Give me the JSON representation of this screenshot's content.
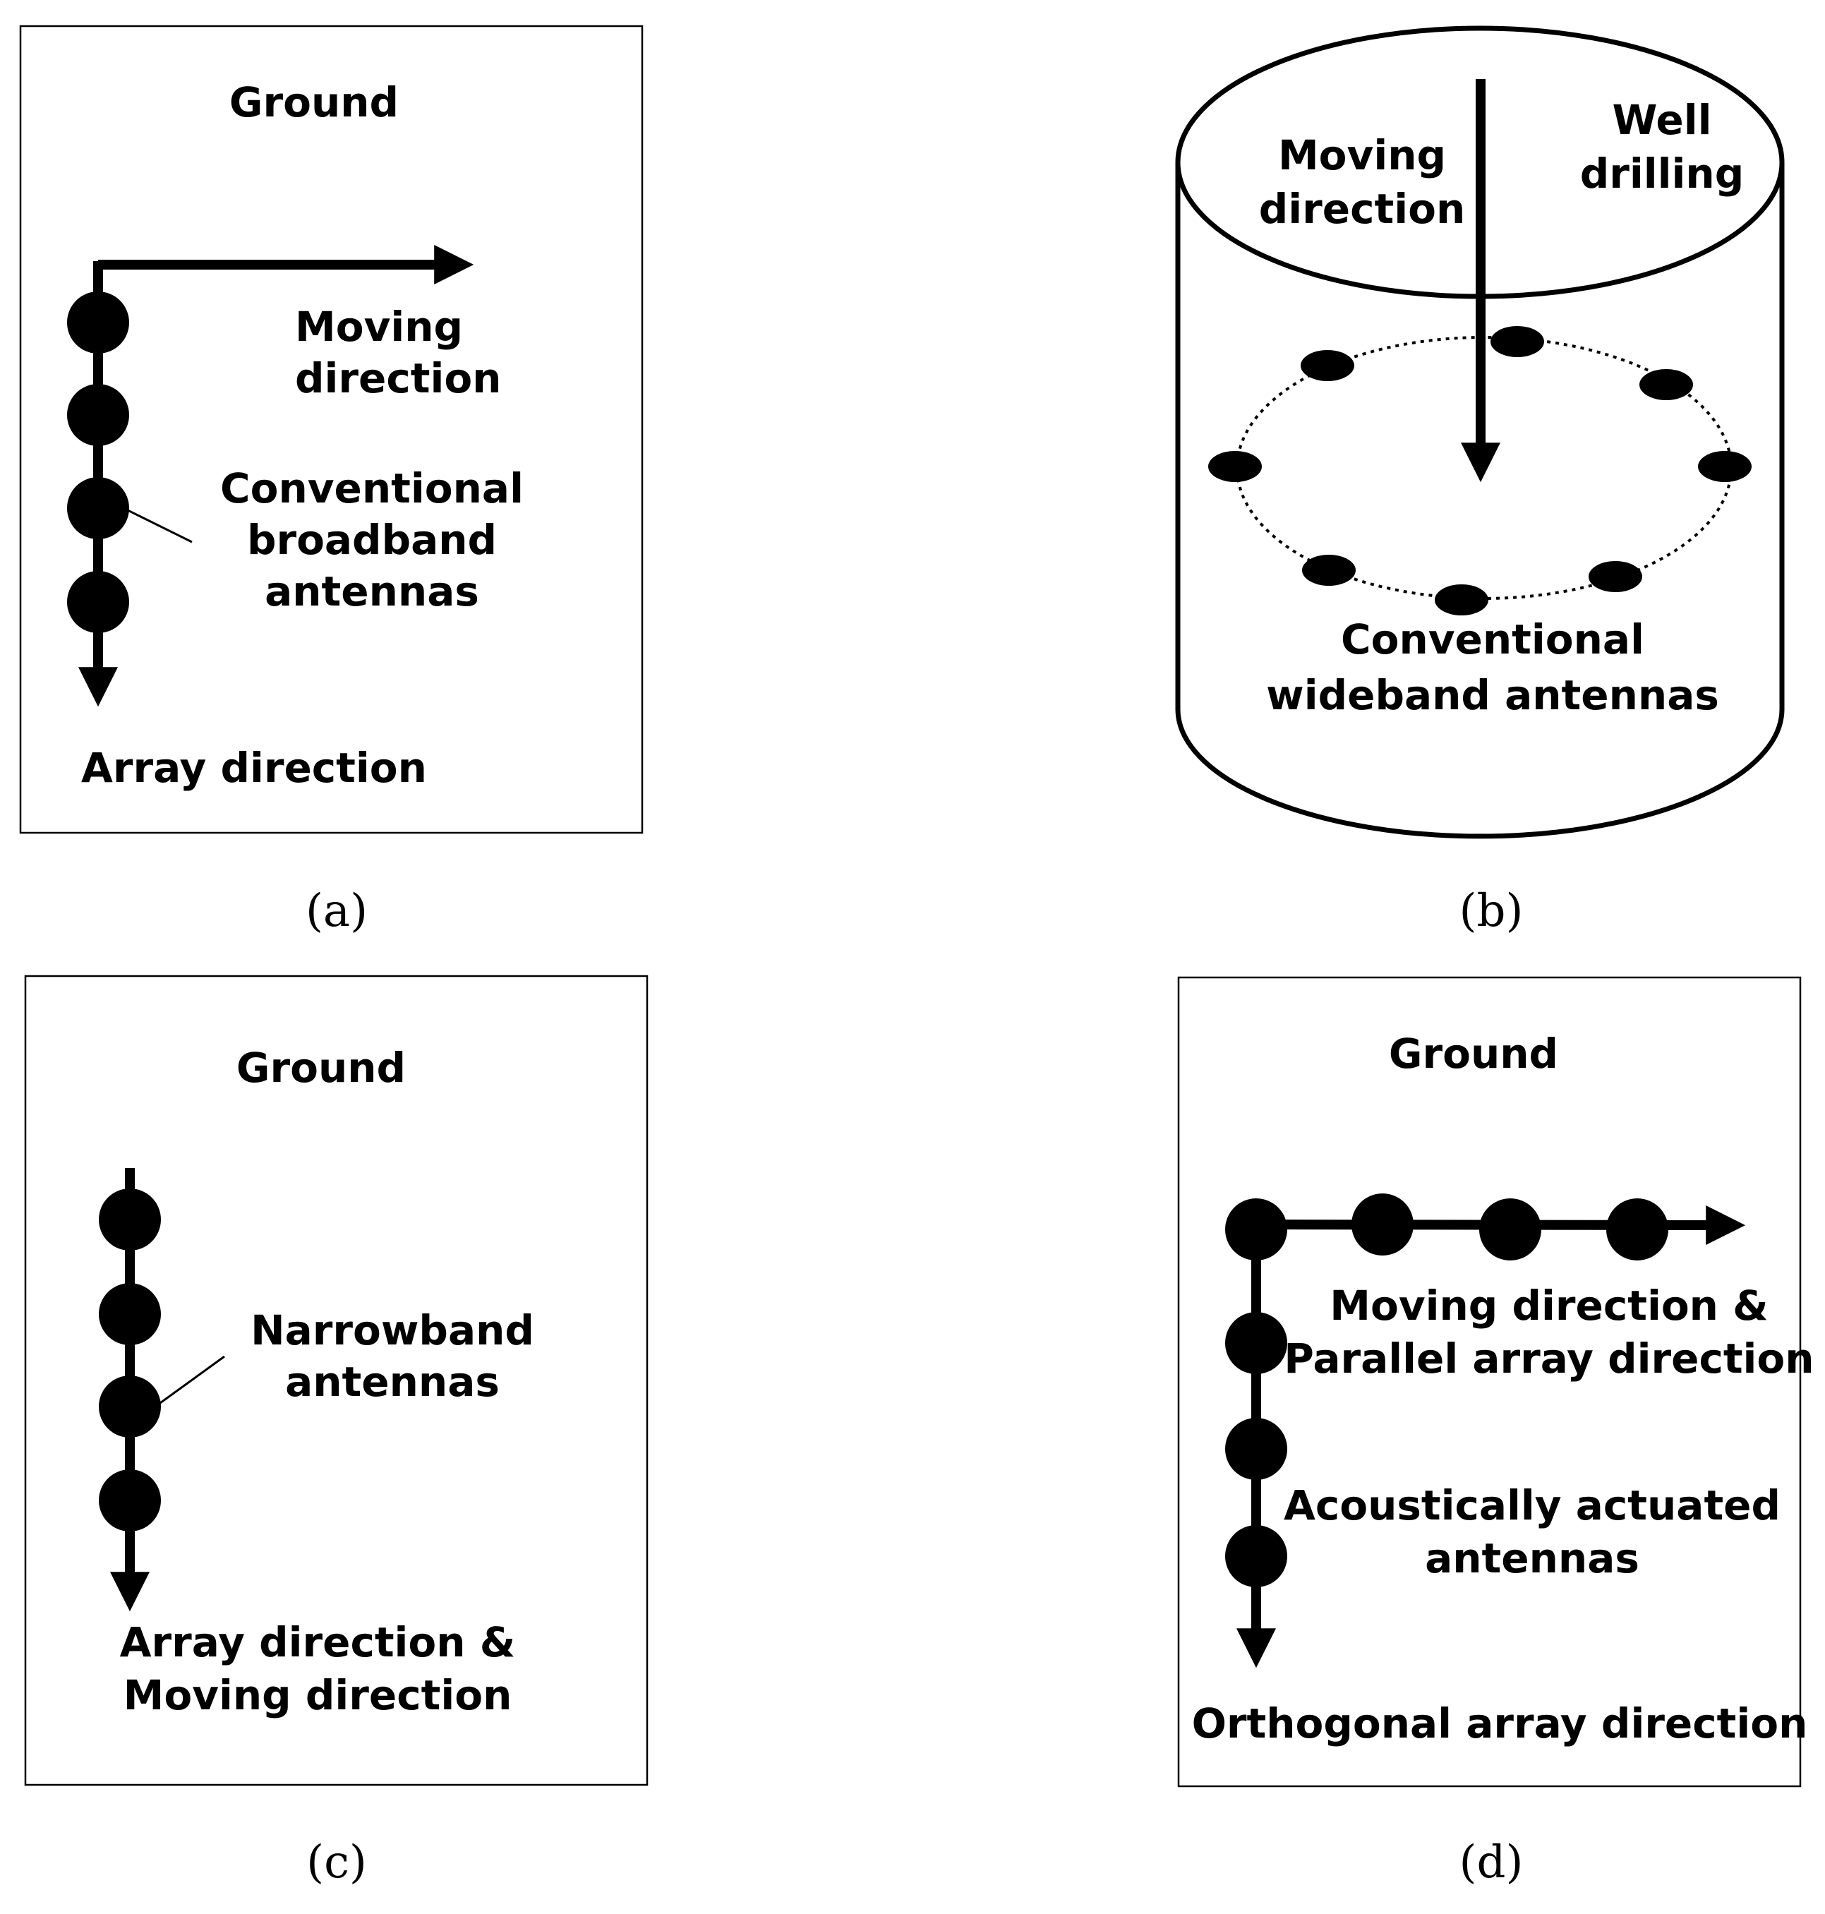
{
  "panels": {
    "a": {
      "caption": "(a)",
      "ground": "Ground",
      "moving_line1": "Moving",
      "moving_line2": "direction",
      "antenna_line1": "Conventional",
      "antenna_line2": "broadband",
      "antenna_line3": "antennas",
      "array": "Array direction"
    },
    "b": {
      "caption": "(b)",
      "moving_line1": "Moving",
      "moving_line2": "direction",
      "well_line1": "Well",
      "well_line2": "drilling",
      "antenna_line1": "Conventional",
      "antenna_line2": "wideband antennas"
    },
    "c": {
      "caption": "(c)",
      "ground": "Ground",
      "antenna_line1": "Narrowband",
      "antenna_line2": "antennas",
      "direction_line1": "Array direction &",
      "direction_line2": "Moving direction"
    },
    "d": {
      "caption": "(d)",
      "ground": "Ground",
      "moving_line1": "Moving direction &",
      "moving_line2": "Parallel array direction",
      "antenna_line1": "Acoustically actuated",
      "antenna_line2": "antennas",
      "orthogonal": "Orthogonal array direction"
    }
  },
  "colors": {
    "stroke": "#000000",
    "background": "#ffffff"
  }
}
